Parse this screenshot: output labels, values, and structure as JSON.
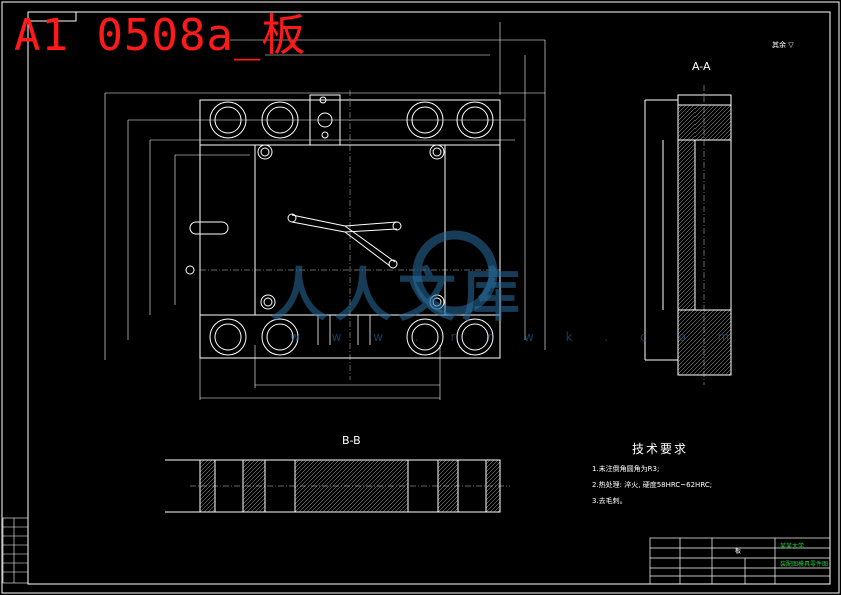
{
  "overlay_title": "A1 0508a_板",
  "sections": {
    "a_a": "A-A",
    "b_b": "B-B"
  },
  "roughness_note": "其余 ▽",
  "tech_requirements": {
    "title": "技术要求",
    "items": [
      "1.未注倒角圆角为R3;",
      "2.热处理: 淬火, 硬度58HRC~62HRC;",
      "3.去毛刺。"
    ]
  },
  "title_block": {
    "part_name": "板",
    "school": "某某大学",
    "drawing_type": "装配图模具零件图"
  },
  "watermark": {
    "text": "人人文库",
    "url": "w w w . r r w k . c o m"
  },
  "colors": {
    "background": "#000000",
    "line": "#ffffff",
    "title_red": "#ff1a1a",
    "titleblock_green": "#27c93f",
    "watermark_blue": "#2c6ea0"
  }
}
